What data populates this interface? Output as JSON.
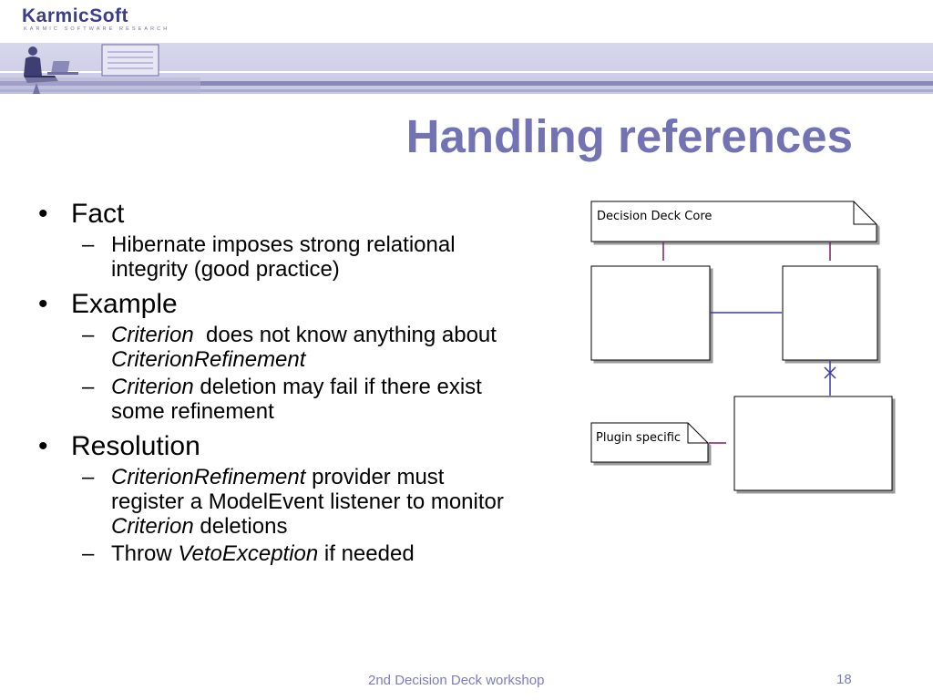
{
  "header": {
    "logo_text": "KarmicSoft",
    "logo_subtitle": "KARMIC SOFTWARE RESEARCH"
  },
  "slide": {
    "title": "Handling references",
    "bullets": [
      {
        "text": "Fact",
        "sub": [
          {
            "parts": [
              {
                "t": "Hibernate imposes strong relational integrity (good practice)",
                "i": false
              }
            ]
          }
        ]
      },
      {
        "text": "Example",
        "sub": [
          {
            "parts": [
              {
                "t": "Criterion",
                "i": true
              },
              {
                "t": "  does not know anything about ",
                "i": false
              },
              {
                "t": "CriterionRefinement",
                "i": true
              }
            ]
          },
          {
            "parts": [
              {
                "t": "Criterion",
                "i": true
              },
              {
                "t": " deletion may fail if there exist some refinement",
                "i": false
              }
            ]
          }
        ]
      },
      {
        "text": "Resolution",
        "sub": [
          {
            "parts": [
              {
                "t": "CriterionRefinement",
                "i": true
              },
              {
                "t": " provider must register a ModelEvent listener to monitor ",
                "i": false
              },
              {
                "t": "Criterion",
                "i": true
              },
              {
                "t": " deletions",
                "i": false
              }
            ]
          },
          {
            "parts": [
              {
                "t": "Throw ",
                "i": false
              },
              {
                "t": "VetoException",
                "i": true
              },
              {
                "t": " if needed",
                "i": false
              }
            ]
          }
        ]
      }
    ]
  },
  "diagram": {
    "note_core": "Decision Deck Core",
    "note_plugin": "Plugin specific"
  },
  "footer": {
    "text": "2nd Decision Deck workshop",
    "page_number": "18"
  },
  "colors": {
    "title": "#7373b4",
    "footer": "#7c7cc0",
    "banner": "#cfcfe8",
    "association_line": "#3a3aa8",
    "dependency_line": "#7a1f6e"
  }
}
